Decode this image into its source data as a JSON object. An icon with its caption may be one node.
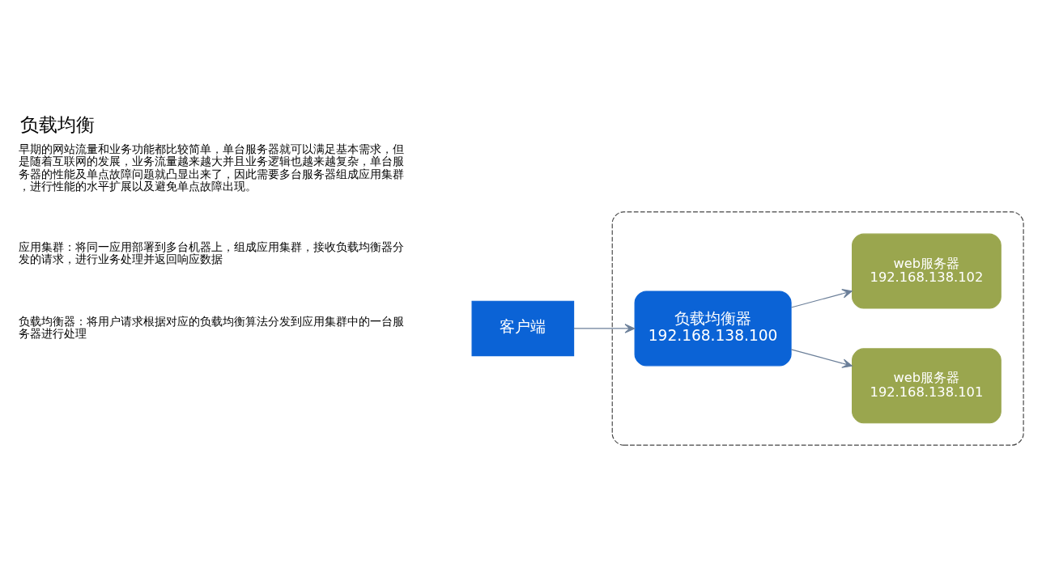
{
  "diagram": {
    "title": "负载均衡",
    "nodes": [
      {
        "text": [],
        "shape": "box"
      },
      {
        "text": [
          "客户端"
        ]
      },
      {
        "text": [
          "负载均衡器",
          "192.168.138.100"
        ],
        "in": 0
      },
      {
        "text": [
          "web服务器",
          "192.168.138.101"
        ],
        "in": 0
      },
      {
        "text": [
          "web服务器",
          "192.168.138.102"
        ],
        "in": 0
      }
    ],
    "edges": [
      {
        "from": 1,
        "to": 2,
        "arrow": "to"
      },
      {
        "from": 2,
        "to": 3,
        "arrow": "to"
      },
      {
        "from": 2,
        "to": 4,
        "arrow": "to"
      }
    ],
    "labels": [
      "早期的网站流量和业务功能都比较简单，单台服务器就可以满足基本需求，但是随着互联网的发展，业务流量越来越大并且业务逻辑也越来越复杂，单台服务器的性能及单点故障问题就凸显出来了，因此需要多台服务器组成应用集群，进行性能的水平扩展以及避免单点故障出现。",
      "应用集群：将同一应用部署到多台机器上，组成应用集群，接收负载均衡器分发的请求，进行业务处理并返回响应数据",
      "负载均衡器：将用户请求根据对应的负载均衡算法分发到应用集群中的一台服务器进行处理"
    ]
  }
}
